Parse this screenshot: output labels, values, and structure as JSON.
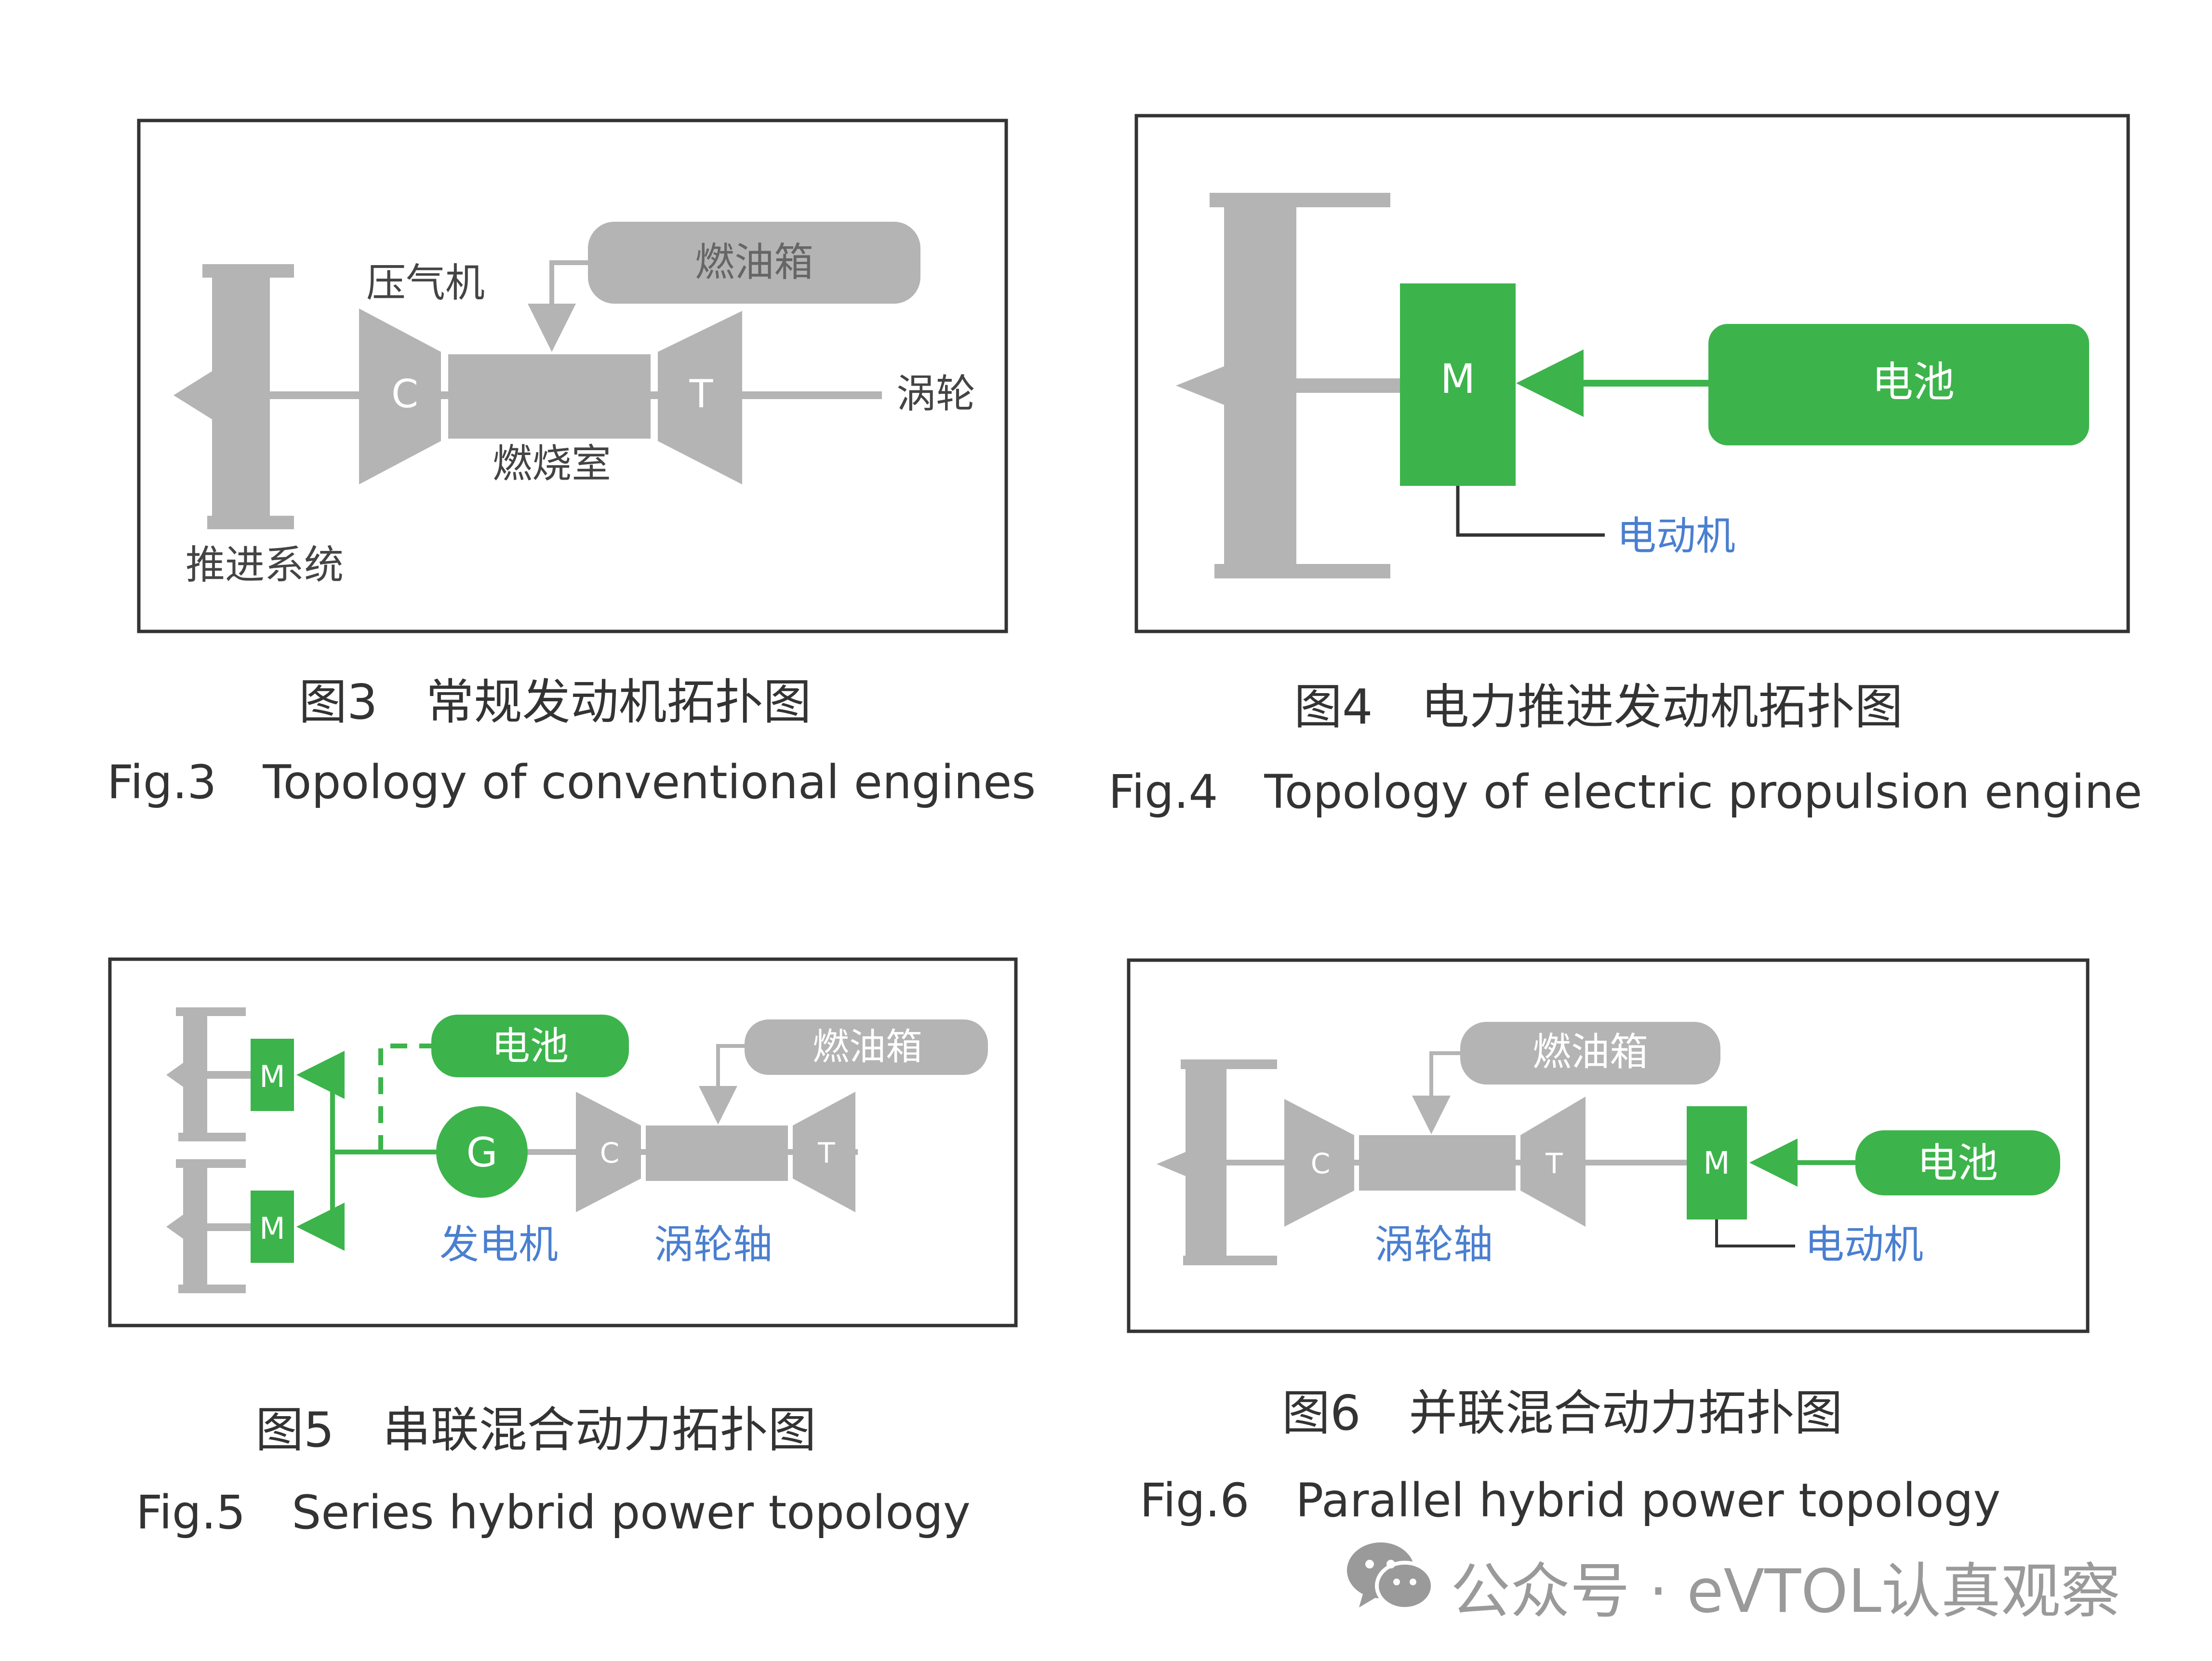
{
  "colors": {
    "gray": "#b4b4b4",
    "green": "#3cb44b",
    "blue": "#4a7fd0",
    "frame": "#333333",
    "caption": "#333333",
    "watermark": "#9a9a9a"
  },
  "fig3": {
    "labels": {
      "compressor": "压气机",
      "fuel_tank": "燃油箱",
      "c": "C",
      "t": "T",
      "turbine": "涡轮",
      "combustor": "燃烧室",
      "propulsion": "推进系统"
    },
    "caption_cn": "图3　常规发动机拓扑图",
    "caption_en": "Fig.3　Topology of conventional engines"
  },
  "fig4": {
    "labels": {
      "m": "M",
      "battery": "电池",
      "motor": "电动机"
    },
    "caption_cn": "图4　电力推进发动机拓扑图",
    "caption_en": "Fig.4　Topology of electric propulsion engine"
  },
  "fig5": {
    "labels": {
      "m1": "M",
      "m2": "M",
      "battery": "电池",
      "fuel_tank": "燃油箱",
      "g": "G",
      "c": "C",
      "t": "T",
      "generator": "发电机",
      "turboshaft": "涡轮轴"
    },
    "caption_cn": "图5　串联混合动力拓扑图",
    "caption_en": "Fig.5　Series hybrid power topology"
  },
  "fig6": {
    "labels": {
      "fuel_tank": "燃油箱",
      "c": "C",
      "t": "T",
      "turboshaft": "涡轮轴",
      "m": "M",
      "battery": "电池",
      "motor": "电动机"
    },
    "caption_cn": "图6　并联混合动力拓扑图",
    "caption_en": "Fig.6　Parallel hybrid power topology"
  },
  "watermark": {
    "icon": "wechat-icon",
    "text": "公众号 · eVTOL认真观察"
  }
}
